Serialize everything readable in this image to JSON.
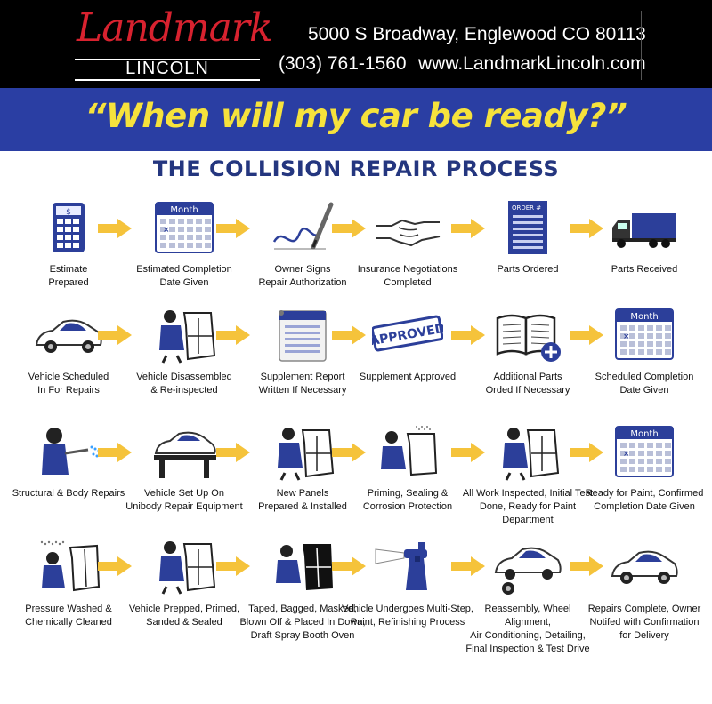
{
  "header": {
    "logo_script": "Landmark",
    "logo_brand": "LINCOLN",
    "address": "5000 S Broadway, Englewood CO  80113",
    "phone": "(303) 761-1560",
    "website": "www.LandmarkLincoln.com"
  },
  "headline": "“When will my car be ready?”",
  "subtitle": "THE COLLISION REPAIR PROCESS",
  "icon_text": {
    "calendar_month": "Month",
    "order_doc": "ORDER #",
    "stamp": "APPROVED"
  },
  "colors": {
    "brand_red": "#d8222f",
    "band_blue": "#2a3ea3",
    "headline_yellow": "#f6e23c",
    "title_navy": "#24367f",
    "arrow_yellow": "#f5c33b",
    "icon_blue": "#2c3f9a"
  },
  "steps": [
    {
      "label": "Estimate\nPrepared",
      "icon": "calculator-icon"
    },
    {
      "label": "Estimated Completion\nDate Given",
      "icon": "calendar-icon"
    },
    {
      "label": "Owner Signs\nRepair Authorization",
      "icon": "signature-pen-icon"
    },
    {
      "label": "Insurance Negotiations\nCompleted",
      "icon": "handshake-icon"
    },
    {
      "label": "Parts Ordered",
      "icon": "order-document-icon"
    },
    {
      "label": "Parts Received",
      "icon": "delivery-truck-icon"
    },
    {
      "label": "Vehicle Scheduled\nIn For Repairs",
      "icon": "car-icon"
    },
    {
      "label": "Vehicle Disassembled\n& Re-inspected",
      "icon": "mechanic-door-icon"
    },
    {
      "label": "Supplement Report\nWritten If Necessary",
      "icon": "report-clipboard-icon"
    },
    {
      "label": "Supplement Approved",
      "icon": "approved-stamp-icon"
    },
    {
      "label": "Additional Parts\nOrded If Necessary",
      "icon": "book-plus-icon"
    },
    {
      "label": "Scheduled Completion\nDate Given",
      "icon": "calendar-icon"
    },
    {
      "label": "Structural & Body Repairs",
      "icon": "welder-icon"
    },
    {
      "label": "Vehicle Set Up On\nUnibody Repair Equipment",
      "icon": "car-on-frame-rack-icon"
    },
    {
      "label": "New Panels\nPrepared & Installed",
      "icon": "mechanic-door-icon"
    },
    {
      "label": "Priming, Sealing &\nCorrosion Protection",
      "icon": "spray-mechanic-icon"
    },
    {
      "label": "All Work Inspected, Initial Test\nDone, Ready for Paint Department",
      "icon": "mechanic-door-icon"
    },
    {
      "label": "Ready for Paint, Confirmed\nCompletion Date Given",
      "icon": "calendar-icon"
    },
    {
      "label": "Pressure Washed &\nChemically Cleaned",
      "icon": "pressure-wash-icon"
    },
    {
      "label": "Vehicle Prepped, Primed,\nSanded & Sealed",
      "icon": "mechanic-door-icon"
    },
    {
      "label": "Taped, Bagged, Masked,\nBlown Off & Placed In Down,\nDraft Spray Booth Oven",
      "icon": "masked-door-icon"
    },
    {
      "label": "Vehicle Undergoes Multi-Step,\nPaint, Refinishing Process",
      "icon": "spray-gun-icon"
    },
    {
      "label": "Reassembly, Wheel Alignment,\nAir Conditioning, Detailing,\nFinal Inspection & Test Drive",
      "icon": "car-with-wheel-icon"
    },
    {
      "label": "Repairs Complete, Owner\nNotifed with Confirmation\nfor Delivery",
      "icon": "car-icon"
    }
  ]
}
